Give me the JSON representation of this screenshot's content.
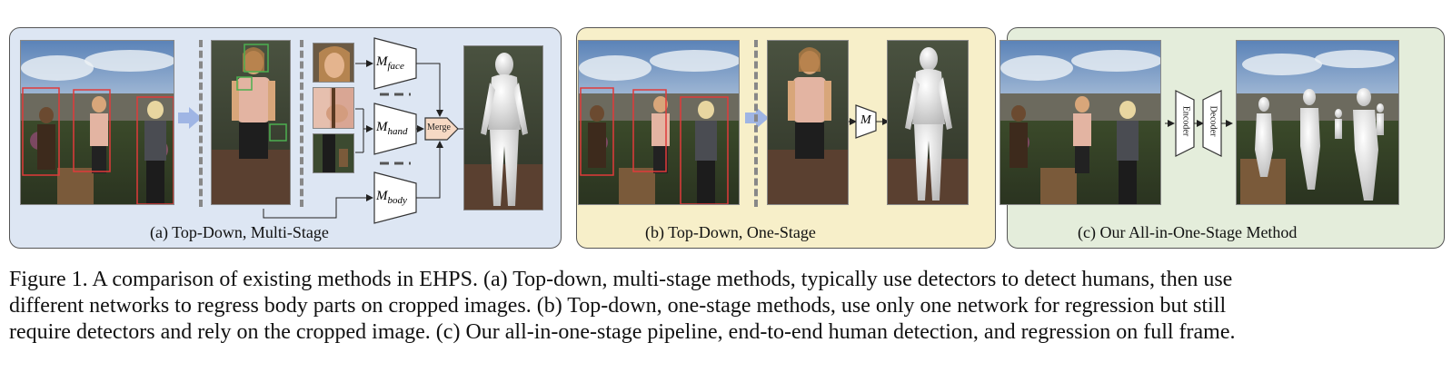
{
  "panels": {
    "a": {
      "caption": "(a) Top-Down, Multi-Stage"
    },
    "b": {
      "caption": "(b) Top-Down, One-Stage"
    },
    "c": {
      "caption": "(c) Our All-in-One-Stage Method"
    }
  },
  "modules": {
    "face": {
      "symbol": "M",
      "subscript": "face"
    },
    "hand": {
      "symbol": "M",
      "subscript": "hand"
    },
    "body": {
      "symbol": "M",
      "subscript": "body"
    },
    "single": {
      "symbol": "M"
    },
    "merge": "Merge",
    "encoder": "Encoder",
    "decoder": "Decoder"
  },
  "figure_caption": {
    "line1": "Figure 1. A comparison of existing methods in EHPS. (a) Top-down, multi-stage methods, typically use detectors to detect humans, then use",
    "line2": "different networks to regress body parts on cropped images. (b) Top-down, one-stage methods, use only one network for regression but still",
    "line3": "require detectors and rely on the cropped image. (c) Our all-in-one-stage pipeline, end-to-end human detection, and regression on full frame."
  },
  "colors": {
    "panel_a_bg": "#dde6f3",
    "panel_b_bg": "#f7efc9",
    "panel_c_bg": "#e4eddb",
    "detection_box": "#e03a3a",
    "part_box": "#4caf50",
    "arrow_fill": "#9fb5e4",
    "merge_fill": "#f6d9c4",
    "module_fill": "#ffffff"
  },
  "icons": [
    "garden-scene-photo",
    "human-mesh-render",
    "dashed-separator",
    "process-arrow"
  ]
}
